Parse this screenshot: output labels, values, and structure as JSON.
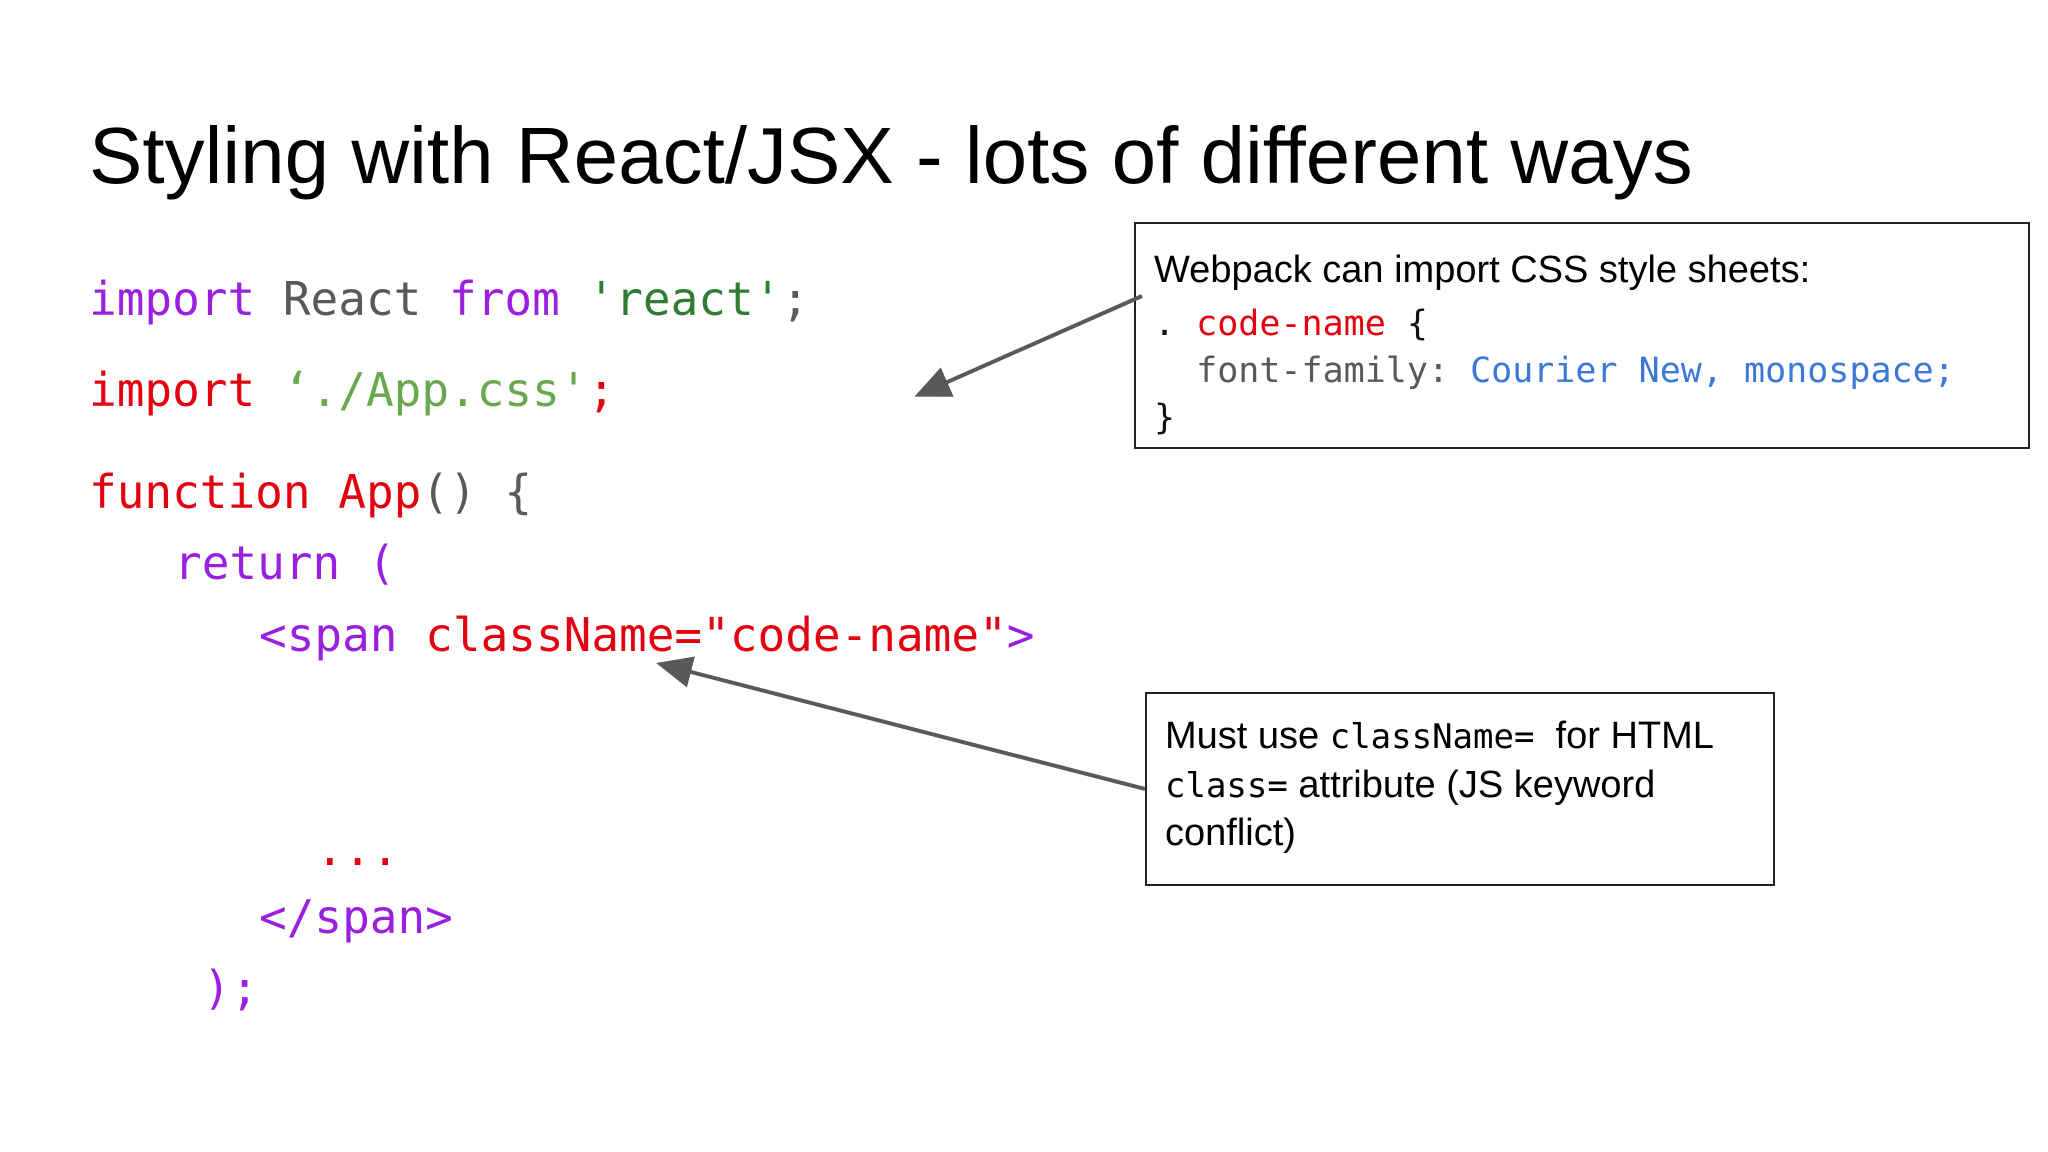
{
  "slide": {
    "title": "Styling with React/JSX - lots of different ways"
  },
  "code": {
    "line1": {
      "kw_import": "import",
      "name": " React ",
      "kw_from": "from",
      "str": " 'react'",
      "semi": ";"
    },
    "line2": {
      "kw_import": "import",
      "str": " ‘./App.css'",
      "semi": ";"
    },
    "line3": {
      "kw_function": "function",
      "name": " App",
      "rest": "() {"
    },
    "line4": {
      "kw_return": "return",
      "paren": " ("
    },
    "line5": {
      "tag_open": "<span",
      "attr": " className=\"code-name\"",
      "tag_close": ">"
    },
    "line6": {
      "ellipsis": "..."
    },
    "line7": {
      "close_tag": "</span>"
    },
    "line8": {
      "close": ");"
    }
  },
  "callout_css": {
    "heading": "Webpack can import CSS style sheets:",
    "line1_dot": ". ",
    "line1_selector": "code-name",
    "line1_brace": " {",
    "line2_prop": "  font-family: ",
    "line2_value": "Courier New, monospace;",
    "line3_brace": "}"
  },
  "callout_classname": {
    "text1": "Must use ",
    "mono1": "className=",
    "text2": "  for HTML",
    "mono2": "class=",
    "text3": " attribute (JS keyword",
    "text4": "conflict)"
  },
  "colors": {
    "keyword_purple": "#9b1fde",
    "jsx_red": "#e3000f",
    "string_green": "#2e7d32",
    "css_value_blue": "#3c78d8",
    "arrow_gray": "#595959"
  }
}
